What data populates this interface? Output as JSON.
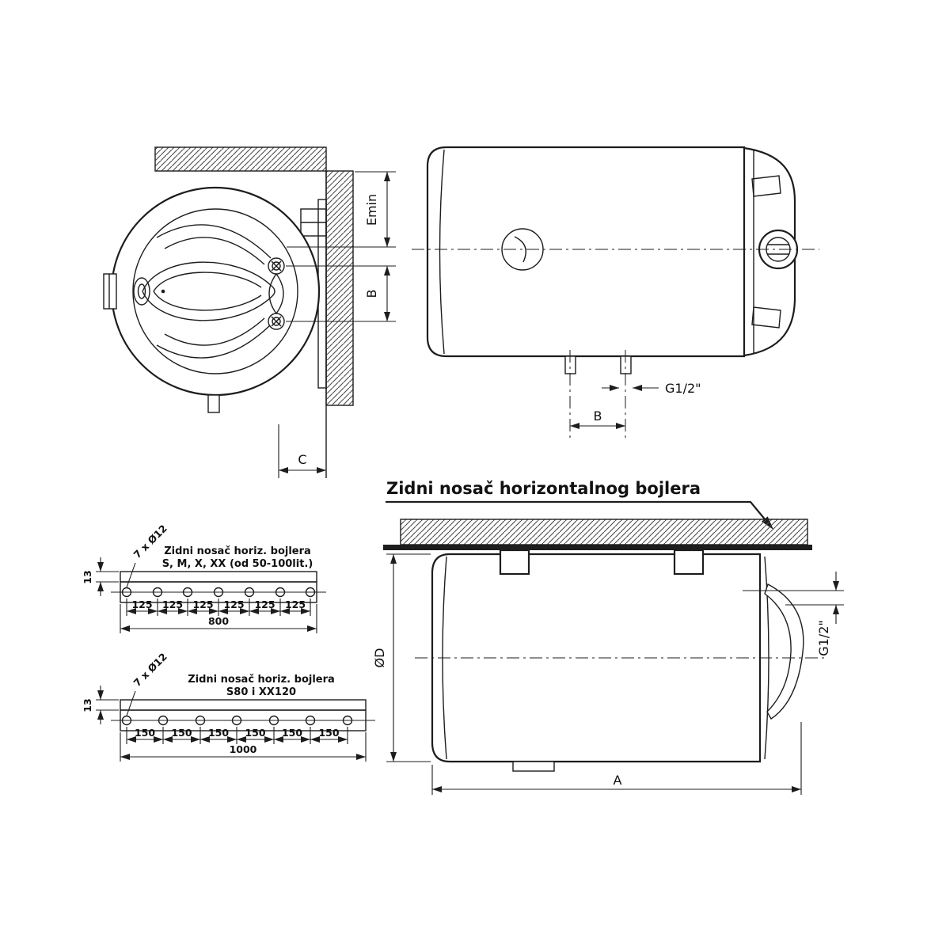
{
  "colors": {
    "line": "#1d1d1d",
    "background": "#ffffff"
  },
  "title": {
    "text": "Zidni nosač horizontalnog bojlera"
  },
  "front_view": {
    "dim_emin": "Emin",
    "dim_b": "B",
    "dim_c": "C"
  },
  "side_view": {
    "dim_g": "G1/2\"",
    "dim_b": "B"
  },
  "bracket_small": {
    "label_line1": "Zidni nosač horiz. bojlera",
    "label_line2": "S, M, X, XX (od 50-100lit.)",
    "holes_note": "7 x Ø12",
    "thickness": "13",
    "spacings": [
      "125",
      "125",
      "125",
      "125",
      "125",
      "125"
    ],
    "total_length": "800"
  },
  "bracket_large": {
    "label_line1": "Zidni nosač horiz. bojlera",
    "label_line2": "S80 i XX120",
    "holes_note": "7 x Ø12",
    "thickness": "13",
    "spacings": [
      "150",
      "150",
      "150",
      "150",
      "150",
      "150"
    ],
    "total_length": "1000"
  },
  "mounted_view": {
    "dim_diameter": "ØD",
    "dim_length": "A",
    "dim_g": "G1/2\""
  }
}
